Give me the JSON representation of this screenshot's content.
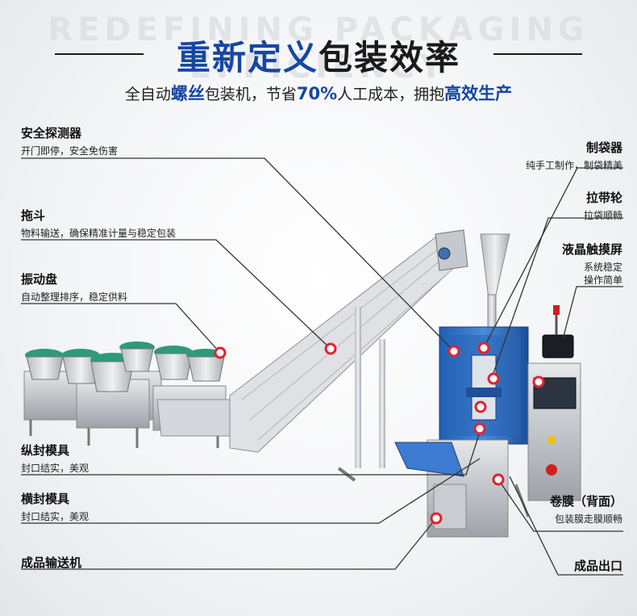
{
  "header": {
    "watermark": "REDEFINING PACKAGING EFFICIENCY",
    "title_part1": "重新定义",
    "title_part2": "包装效率",
    "subtitle_a": "全自动",
    "subtitle_b": "螺丝",
    "subtitle_c": "包装机，节省",
    "subtitle_d": "70%",
    "subtitle_e": "人工成本，拥抱",
    "subtitle_f": "高效生产"
  },
  "labels_left": [
    {
      "title": "安全探测器",
      "desc": "开门即停，安全免伤害"
    },
    {
      "title": "拖斗",
      "desc": "物料输送，确保精准计量与稳定包装"
    },
    {
      "title": "振动盘",
      "desc": "自动整理排序，稳定供料"
    },
    {
      "title": "纵封模具",
      "desc": "封口结实，美观"
    },
    {
      "title": "横封模具",
      "desc": "封口结实，美观"
    },
    {
      "title": "成品输送机",
      "desc": ""
    }
  ],
  "labels_right": [
    {
      "title": "制袋器",
      "desc": "纯手工制作，制袋精美"
    },
    {
      "title": "拉带轮",
      "desc": "拉袋顺畅"
    },
    {
      "title": "液晶触摸屏",
      "desc": "系统稳定",
      "desc2": "操作简单"
    },
    {
      "title": "卷膜（背面）",
      "desc": "包装膜走膜顺畅"
    },
    {
      "title": "成品出口",
      "desc": ""
    }
  ],
  "colors": {
    "accent": "#1746a2",
    "marker": "#e0242f",
    "machine_blue": "#2f6fc4"
  }
}
